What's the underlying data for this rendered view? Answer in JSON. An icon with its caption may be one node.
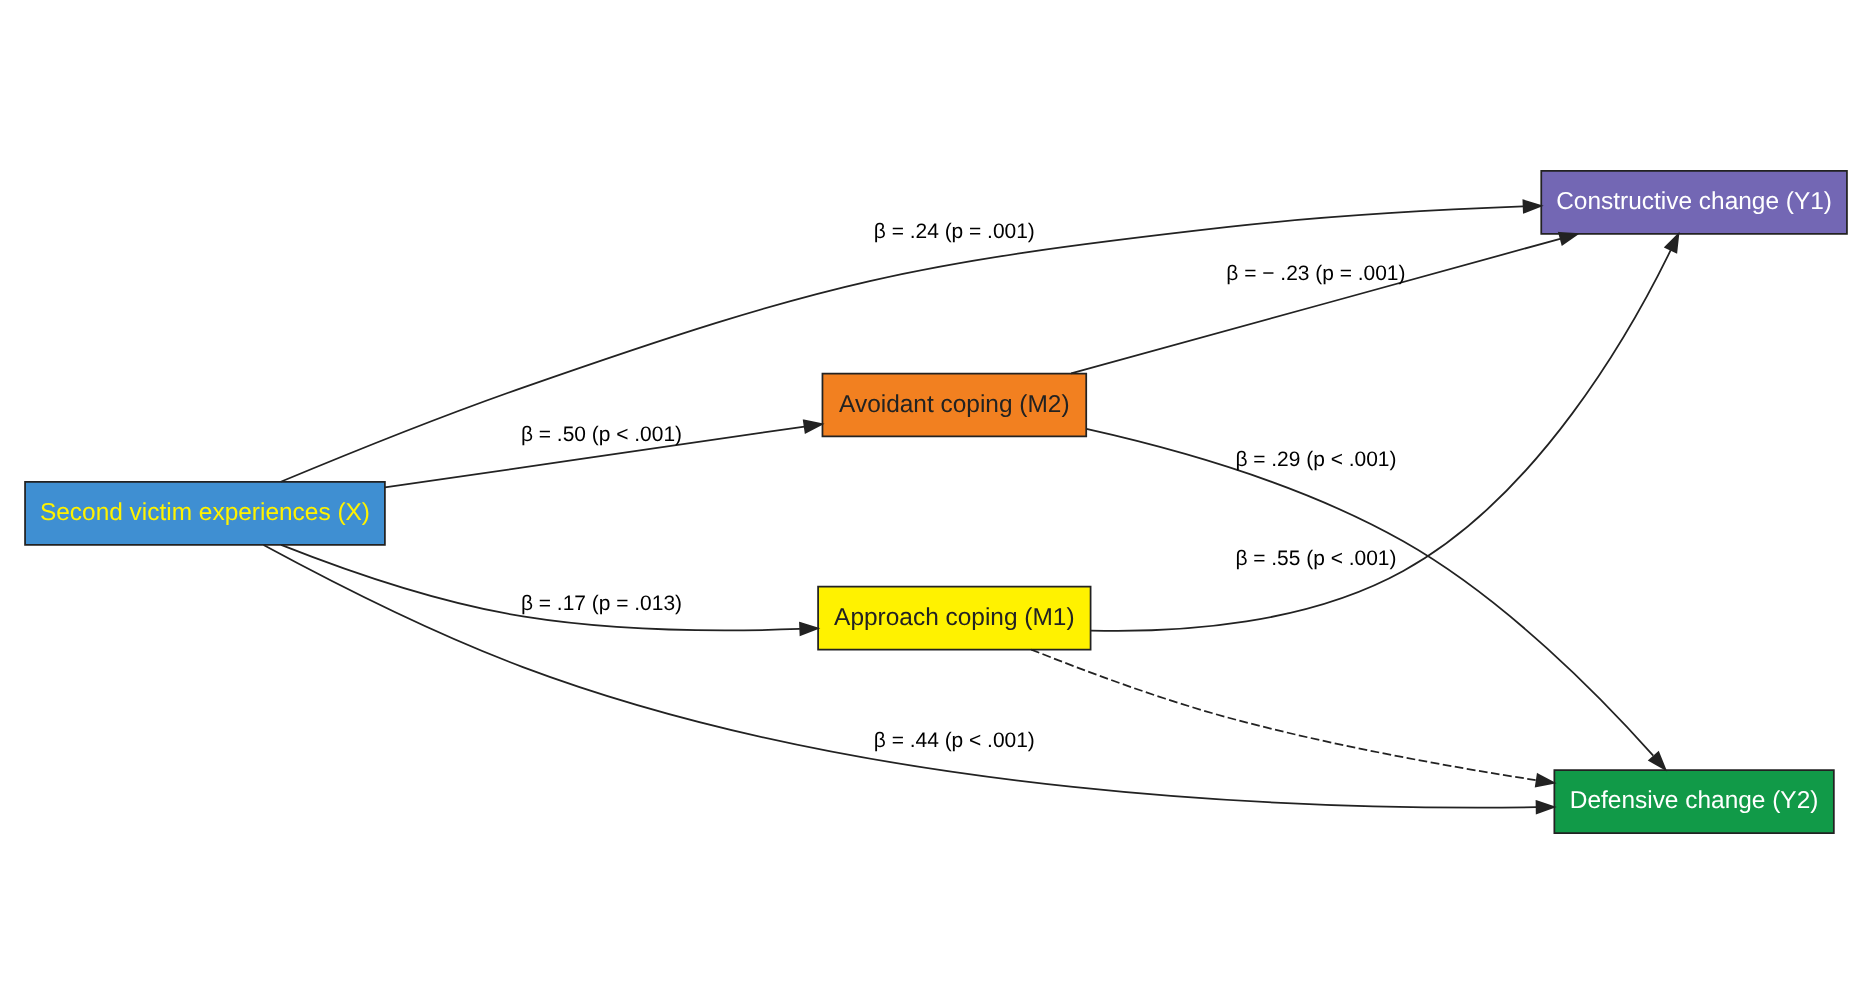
{
  "diagram": {
    "nodes": [
      {
        "text": [
          "Second victim experiences (X)"
        ]
      },
      {
        "text": [
          "Approach coping (M1)"
        ]
      },
      {
        "text": [
          "Avoidant coping (M2)"
        ]
      },
      {
        "text": [
          "Constructive change (Y1)"
        ]
      },
      {
        "text": [
          "Defensive change (Y2)"
        ]
      }
    ],
    "edges": [
      {
        "from": 0,
        "to": 1,
        "arrow": "to",
        "label": "β = .17 (p = .013)"
      },
      {
        "from": 0,
        "to": 3,
        "arrow": "to",
        "label": "β = .24 (p = .001)"
      },
      {
        "from": 0,
        "to": 4,
        "arrow": "to",
        "label": "β = .44 (p < .001)"
      },
      {
        "from": 0,
        "to": 2,
        "arrow": "to",
        "label": "β = .50 (p < .001)"
      },
      {
        "from": 1,
        "to": 3,
        "arrow": "to",
        "label": "β = .55 (p < .001)"
      },
      {
        "from": 1,
        "to": 4,
        "arrow": "to",
        "style": "dashed"
      },
      {
        "from": 2,
        "to": 3,
        "arrow": "to",
        "label": "β = − .23 (p = .001)"
      },
      {
        "from": 2,
        "to": 4,
        "arrow": "to",
        "label": "β = .29 (p < .001)"
      }
    ]
  }
}
